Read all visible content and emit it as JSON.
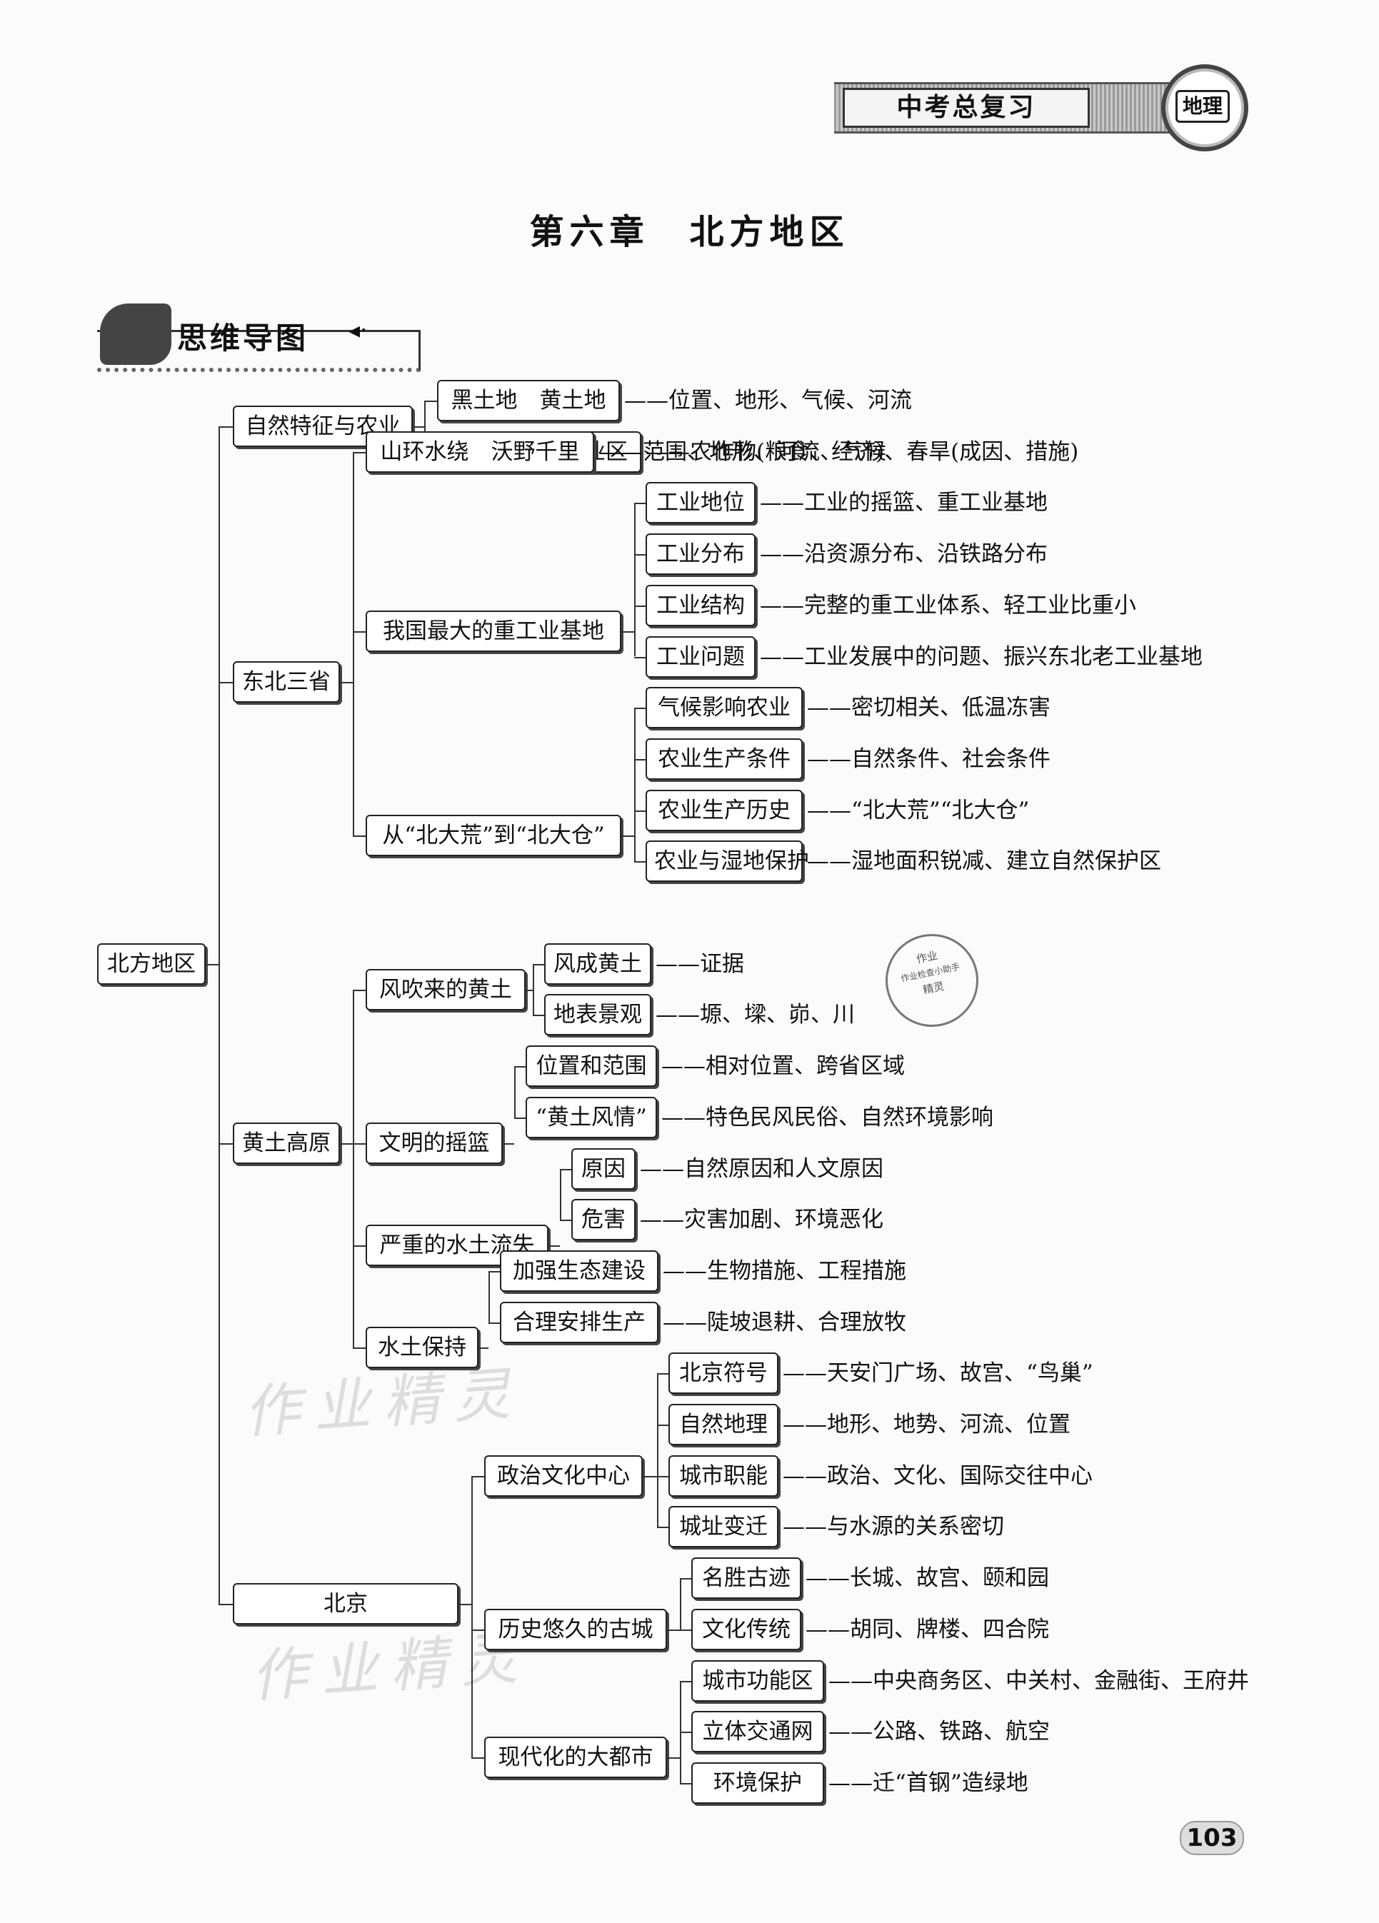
{
  "header": {
    "banner": "中考总复习",
    "subject": "地理"
  },
  "chapter_title": "第六章　北方地区",
  "section_title": "思维导图",
  "page_number": "103",
  "root": "北方地区",
  "branches": [
    {
      "label": "自然特征与农业",
      "children": [
        {
          "label": "黑土地　黄土地",
          "desc": "——位置、地形、气候、河流"
        },
        {
          "label": "重要的旱作农业区",
          "desc": "——农作物(粮食、经济)、春旱(成因、措施)"
        }
      ]
    },
    {
      "label": "东北三省",
      "children": [
        {
          "label": "山环水绕　沃野千里",
          "desc": "——范围、地形、河流、气候"
        },
        {
          "label": "我国最大的重工业基地",
          "children": [
            {
              "label": "工业地位",
              "desc": "——工业的摇篮、重工业基地"
            },
            {
              "label": "工业分布",
              "desc": "——沿资源分布、沿铁路分布"
            },
            {
              "label": "工业结构",
              "desc": "——完整的重工业体系、轻工业比重小"
            },
            {
              "label": "工业问题",
              "desc": "——工业发展中的问题、振兴东北老工业基地"
            }
          ]
        },
        {
          "label": "从“北大荒”到“北大仓”",
          "children": [
            {
              "label": "气候影响农业",
              "desc": "——密切相关、低温冻害"
            },
            {
              "label": "农业生产条件",
              "desc": "——自然条件、社会条件"
            },
            {
              "label": "农业生产历史",
              "desc": "——“北大荒”“北大仓”"
            },
            {
              "label": "农业与湿地保护",
              "desc": "——湿地面积锐减、建立自然保护区"
            }
          ]
        }
      ]
    },
    {
      "label": "黄土高原",
      "children": [
        {
          "label": "风吹来的黄土",
          "children": [
            {
              "label": "风成黄土",
              "desc": "——证据"
            },
            {
              "label": "地表景观",
              "desc": "——塬、墚、峁、川"
            }
          ]
        },
        {
          "label": "文明的摇篮",
          "children": [
            {
              "label": "位置和范围",
              "desc": "——相对位置、跨省区域"
            },
            {
              "label": "“黄土风情”",
              "desc": "——特色民风民俗、自然环境影响"
            }
          ]
        },
        {
          "label": "严重的水土流失",
          "children": [
            {
              "label": "原因",
              "desc": "——自然原因和人文原因"
            },
            {
              "label": "危害",
              "desc": "——灾害加剧、环境恶化"
            }
          ]
        },
        {
          "label": "水土保持",
          "children": [
            {
              "label": "加强生态建设",
              "desc": "——生物措施、工程措施"
            },
            {
              "label": "合理安排生产",
              "desc": "——陡坡退耕、合理放牧"
            }
          ]
        }
      ]
    },
    {
      "label": "北京",
      "children": [
        {
          "label": "政治文化中心",
          "children": [
            {
              "label": "北京符号",
              "desc": "——天安门广场、故宫、“鸟巢”"
            },
            {
              "label": "自然地理",
              "desc": "——地形、地势、河流、位置"
            },
            {
              "label": "城市职能",
              "desc": "——政治、文化、国际交往中心"
            },
            {
              "label": "城址变迁",
              "desc": "——与水源的关系密切"
            }
          ]
        },
        {
          "label": "历史悠久的古城",
          "children": [
            {
              "label": "名胜古迹",
              "desc": "——长城、故宫、颐和园"
            },
            {
              "label": "文化传统",
              "desc": "——胡同、牌楼、四合院"
            }
          ]
        },
        {
          "label": "现代化的大都市",
          "children": [
            {
              "label": "城市功能区",
              "desc": "——中央商务区、中关村、金融街、王府井"
            },
            {
              "label": "立体交通网",
              "desc": "——公路、铁路、航空"
            },
            {
              "label": "环境保护",
              "desc": "——迁“首钢”造绿地"
            }
          ]
        }
      ]
    }
  ],
  "stamp": {
    "line1": "作业",
    "line2": "作业检查小助手",
    "line3": "精灵"
  },
  "watermark": "作业精灵"
}
